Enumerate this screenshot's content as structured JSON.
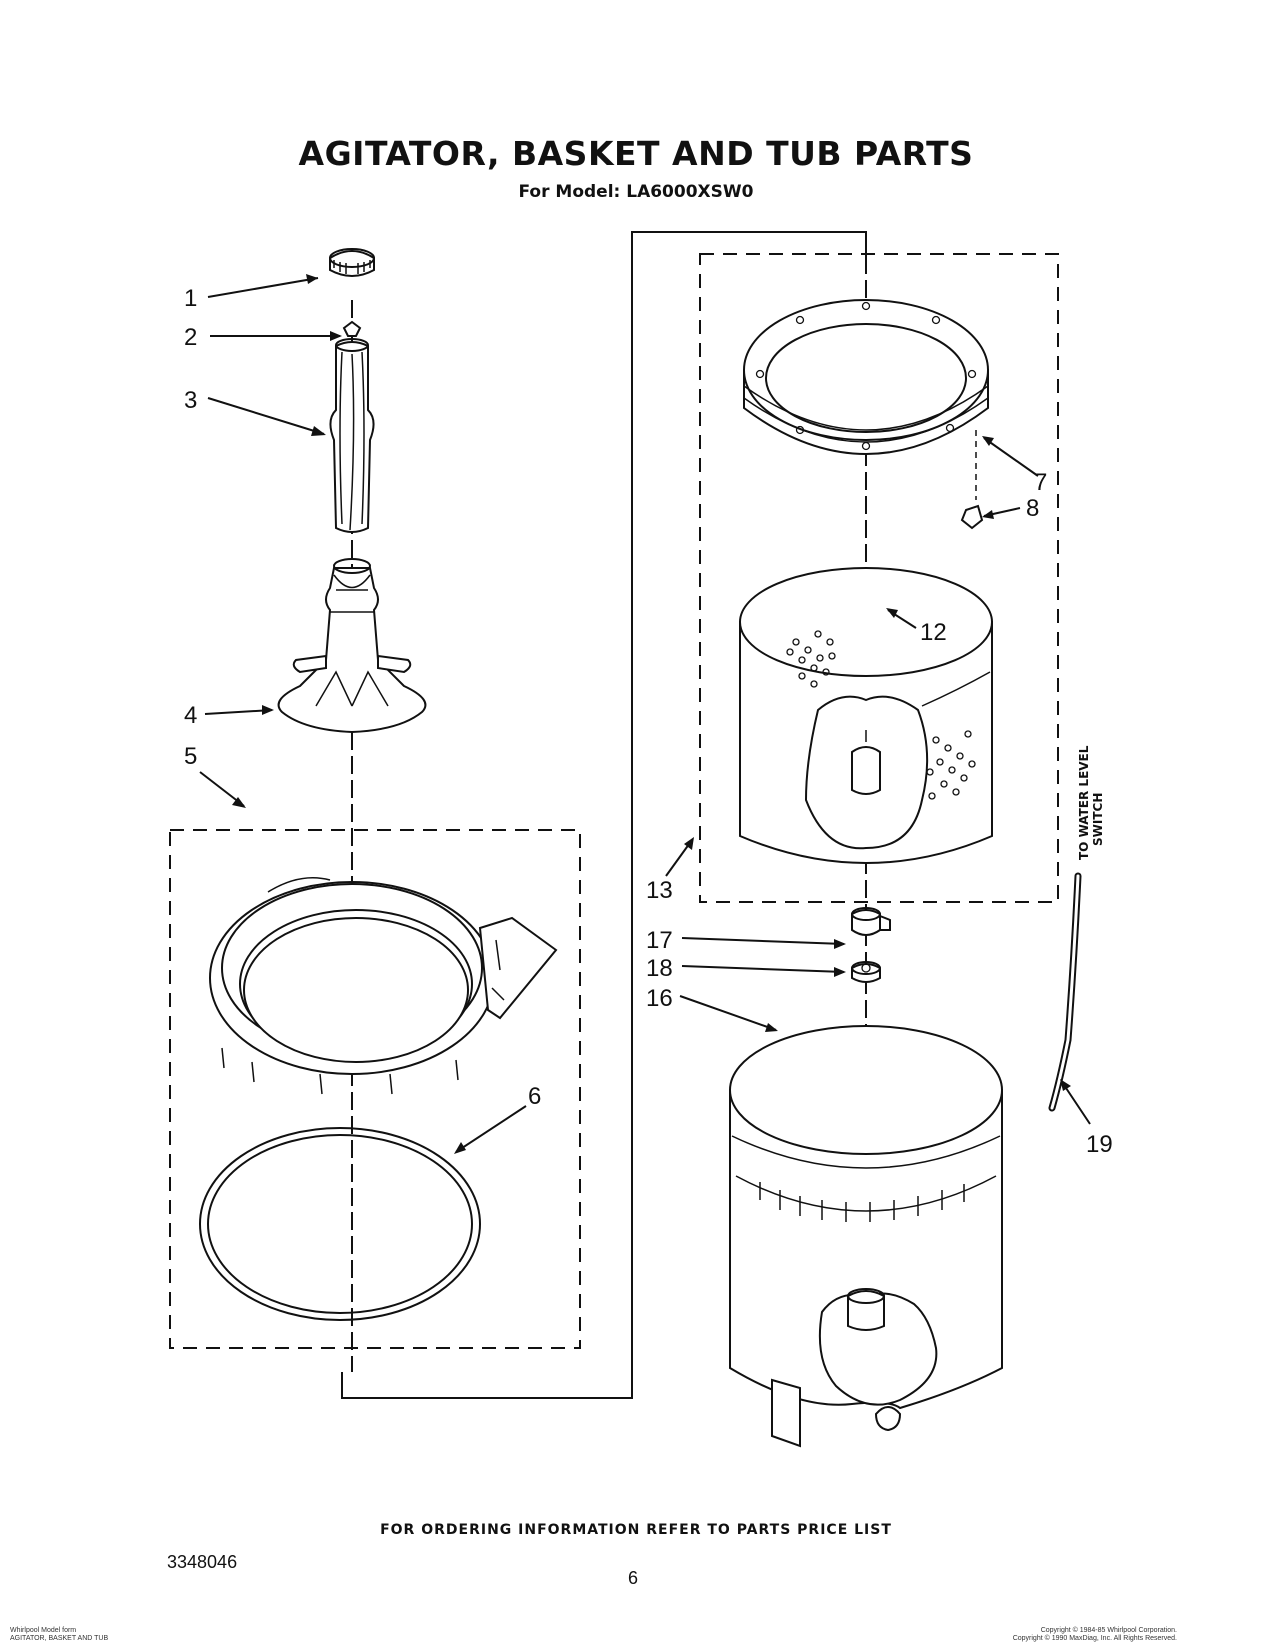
{
  "title": "AGITATOR, BASKET AND TUB PARTS",
  "subtitle": "For Model: LA6000XSW0",
  "callouts": [
    {
      "id": "1",
      "label": "1"
    },
    {
      "id": "2",
      "label": "2"
    },
    {
      "id": "3",
      "label": "3"
    },
    {
      "id": "4",
      "label": "4"
    },
    {
      "id": "5",
      "label": "5"
    },
    {
      "id": "6",
      "label": "6"
    },
    {
      "id": "7",
      "label": "7"
    },
    {
      "id": "8",
      "label": "8"
    },
    {
      "id": "12",
      "label": "12"
    },
    {
      "id": "13",
      "label": "13"
    },
    {
      "id": "16",
      "label": "16"
    },
    {
      "id": "17",
      "label": "17"
    },
    {
      "id": "18",
      "label": "18"
    },
    {
      "id": "19",
      "label": "19"
    }
  ],
  "hose_note": [
    "TO WATER LEVEL",
    "SWITCH"
  ],
  "ordering_note": "FOR ORDERING INFORMATION REFER TO PARTS PRICE LIST",
  "doc_number": "3348046",
  "page_number": "6",
  "footer_left": [
    "Whirlpool Model form",
    "AGITATOR, BASKET AND TUB"
  ],
  "footer_right": [
    "Copyright © 1984-85 Whirlpool Corporation.",
    "Copyright © 1990 MaxDiag, Inc. All Rights Reserved."
  ]
}
